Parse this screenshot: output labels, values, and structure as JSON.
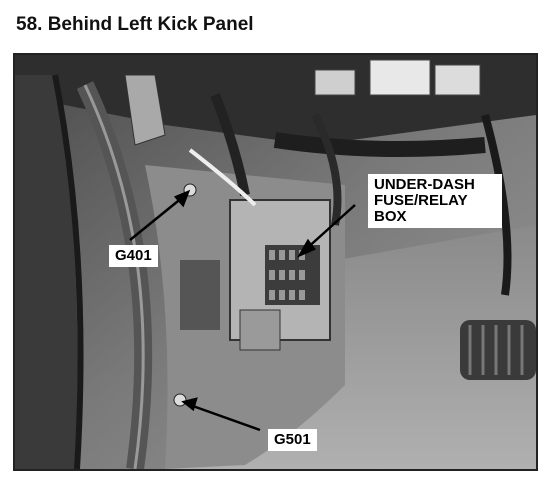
{
  "heading": "58. Behind Left Kick Panel",
  "photo": {
    "callouts": {
      "fuse_box": [
        "UNDER-DASH",
        "FUSE/RELAY",
        "BOX"
      ],
      "g401": "G401",
      "g501": "G501"
    }
  }
}
